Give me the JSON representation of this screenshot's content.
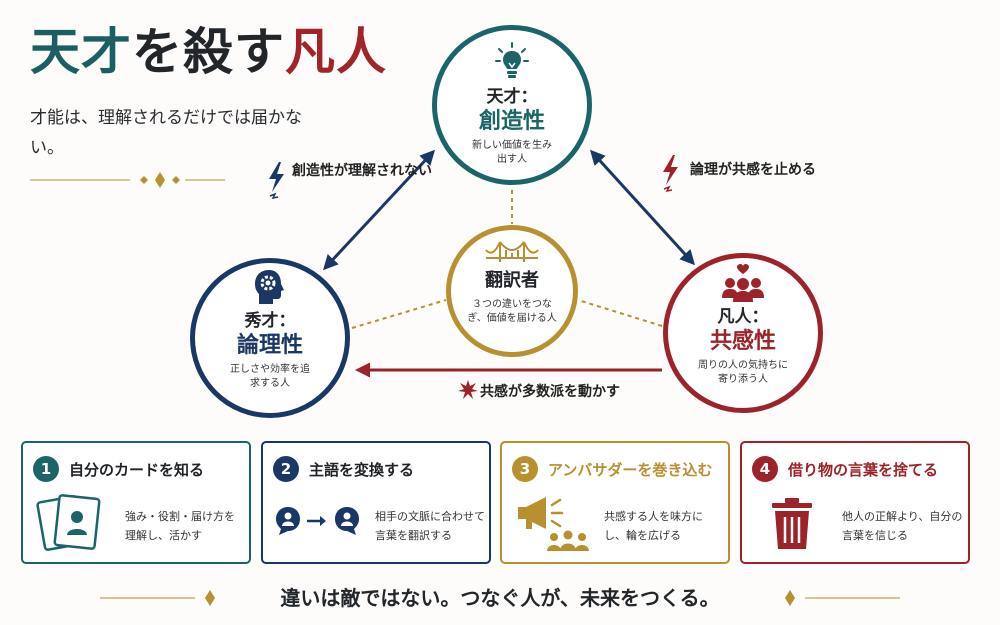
{
  "title": {
    "part1": "天才",
    "part2": "を殺す",
    "part3": "凡人"
  },
  "subtitle": "才能は、理解されるだけでは届かない。",
  "colors": {
    "teal": "#1b6468",
    "navy": "#1a3766",
    "red": "#9c2329",
    "gold": "#b7902f"
  },
  "nodes": {
    "genius": {
      "title": "天才：",
      "key": "創造性",
      "desc": "新しい価値を生み出す人",
      "icon": "lightbulb-icon"
    },
    "shusai": {
      "title": "秀才：",
      "key": "論理性",
      "desc": "正しさや効率を追求する人",
      "icon": "head-gear-icon"
    },
    "bonjin": {
      "title": "凡人：",
      "key": "共感性",
      "desc": "周りの人の気持ちに寄り添う人",
      "icon": "people-heart-icon"
    },
    "translator": {
      "title": "翻訳者",
      "desc": "３つの違いをつなぎ、価値を届ける人",
      "icon": "bridge-icon"
    }
  },
  "edges": {
    "left": {
      "label": "創造性が理解されない"
    },
    "right": {
      "label": "論理が共感を止める"
    },
    "bottom": {
      "label": "共感が多数派を動かす"
    }
  },
  "steps": [
    {
      "num": "1",
      "title": "自分のカードを知る",
      "desc": "強み・役割・届け方を理解し、活かす",
      "icon": "profile-cards-icon",
      "color": "#1b6468"
    },
    {
      "num": "2",
      "title": "主語を変換する",
      "desc": "相手の文脈に合わせて言葉を翻訳する",
      "icon": "person-convert-icon",
      "color": "#1a3766"
    },
    {
      "num": "3",
      "title": "アンバサダーを巻き込む",
      "desc": "共感する人を味方にし、輪を広げる",
      "icon": "megaphone-icon",
      "color": "#b7902f"
    },
    {
      "num": "4",
      "title": "借り物の言葉を捨てる",
      "desc": "他人の正解より、自分の言葉を信じる",
      "icon": "trash-icon",
      "color": "#9c2329"
    }
  ],
  "footer": "違いは敵ではない。つなぐ人が、未来をつくる。"
}
